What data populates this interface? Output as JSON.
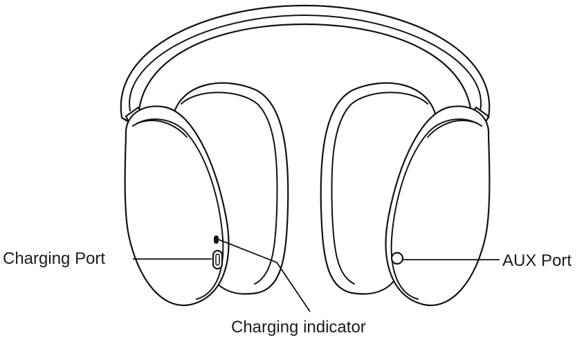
{
  "labels": {
    "charging_port": "Charging Port",
    "aux_port": "AUX Port",
    "charging_indicator": "Charging indicator"
  },
  "colors": {
    "stroke": "#111111",
    "background": "#ffffff"
  }
}
